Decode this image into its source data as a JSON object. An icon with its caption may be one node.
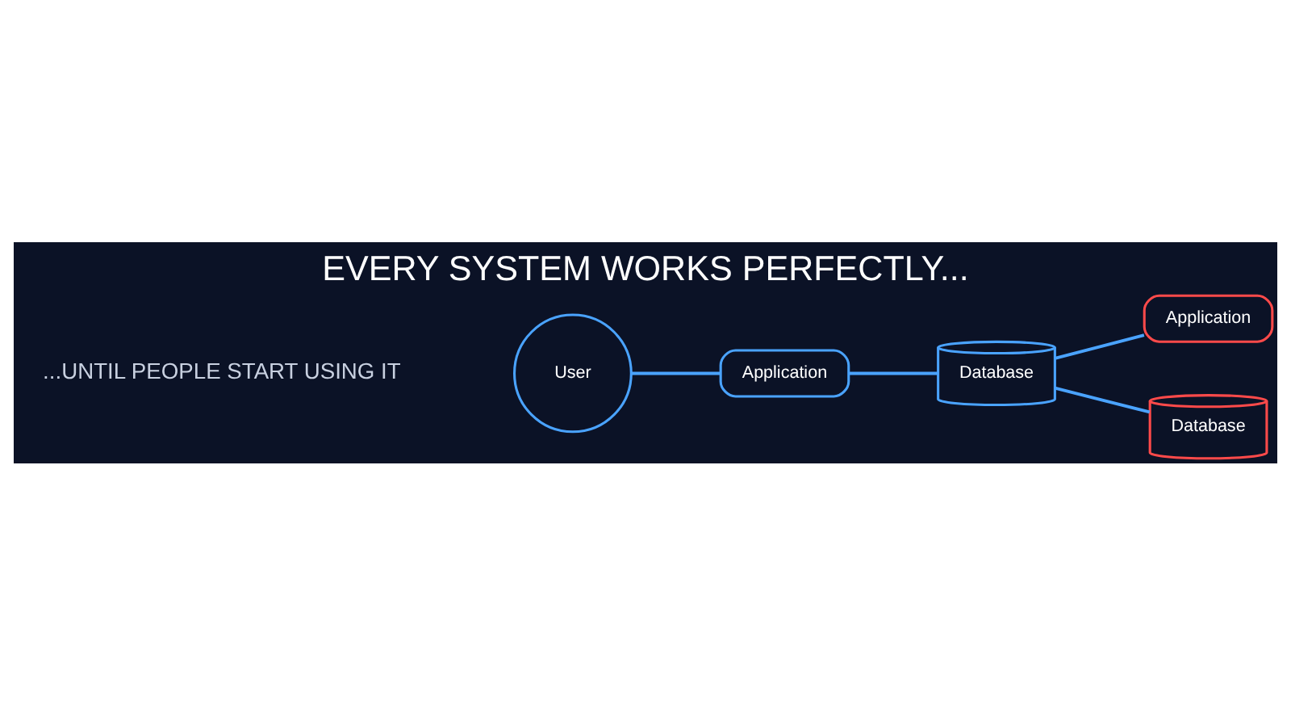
{
  "diagram": {
    "title": "EVERY SYSTEM WORKS PERFECTLY...",
    "nodes": [
      {
        "text": [
          "User"
        ]
      },
      {
        "text": [
          "Application"
        ]
      },
      {
        "text": [
          "Database"
        ]
      },
      {
        "text": [
          "Application"
        ]
      },
      {
        "text": [
          "Database"
        ]
      }
    ],
    "edges": [
      {
        "from": 0,
        "to": 1,
        "arrow": "none"
      },
      {
        "from": 1,
        "to": 2,
        "arrow": "none"
      },
      {
        "from": 2,
        "to": 3,
        "arrow": "none"
      },
      {
        "from": 2,
        "to": 4,
        "arrow": "none"
      }
    ],
    "labels": [
      "...UNTIL PEOPLE START USING IT"
    ]
  }
}
